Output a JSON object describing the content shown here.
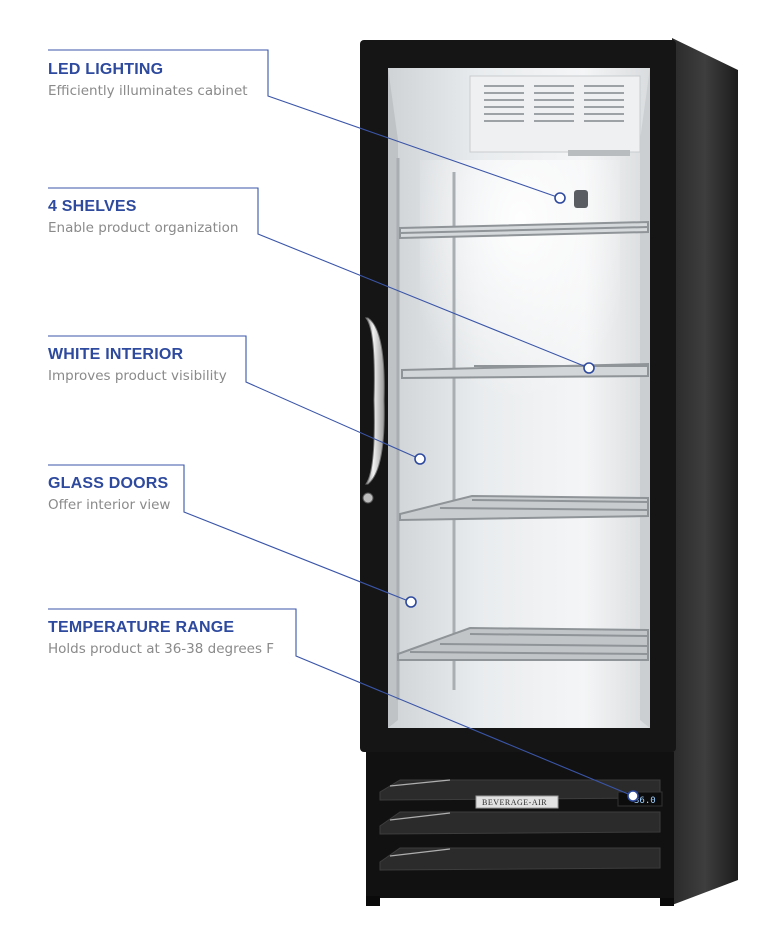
{
  "callouts": [
    {
      "title": "LED LIGHTING",
      "desc": "Efficiently illuminates cabinet"
    },
    {
      "title": "4 SHELVES",
      "desc": "Enable product organization"
    },
    {
      "title": "WHITE INTERIOR",
      "desc": "Improves product visibility"
    },
    {
      "title": "GLASS DOORS",
      "desc": "Offer interior view"
    },
    {
      "title": "TEMPERATURE RANGE",
      "desc": "Holds product at 36-38 degrees F"
    }
  ],
  "product": {
    "brand": "BEVERAGE-AIR",
    "display_temp": "36.0"
  },
  "colors": {
    "accent": "#2e4a9e",
    "caption": "#8a8a8a",
    "leader": "#3a55a8",
    "cabinet": "#1b1b1b"
  }
}
